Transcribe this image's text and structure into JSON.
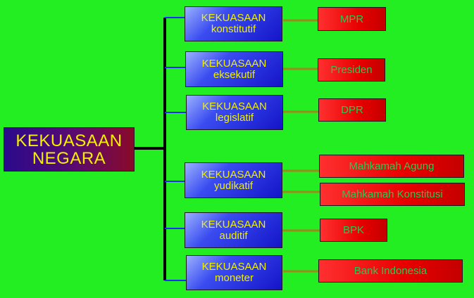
{
  "root": {
    "line1": "KEKUASAAN",
    "line2": "NEGARA"
  },
  "powers": [
    {
      "line1": "KEKUASAAN",
      "line2": "konstitutif",
      "institutions": [
        "MPR"
      ]
    },
    {
      "line1": "KEKUASAAN",
      "line2": "eksekutif",
      "institutions": [
        "Presiden"
      ]
    },
    {
      "line1": "KEKUASAAN",
      "line2": "legislatif",
      "institutions": [
        "DPR"
      ]
    },
    {
      "line1": "KEKUASAAN",
      "line2": "yudikatif",
      "institutions": [
        "Mahkamah Agung",
        "Mahkamah Konstitusi"
      ]
    },
    {
      "line1": "KEKUASAAN",
      "line2": "auditif",
      "institutions": [
        "BPK"
      ]
    },
    {
      "line1": "KEKUASAAN",
      "line2": "moneter",
      "institutions": [
        "Bank Indonesia"
      ]
    }
  ],
  "colors": {
    "background": "#22ee22",
    "trunk_line": "#000000",
    "branch_line": "#1c2cff",
    "connector_line": "#9c8a1c",
    "power_text": "#f0f000",
    "institution_text": "#22cc55"
  }
}
